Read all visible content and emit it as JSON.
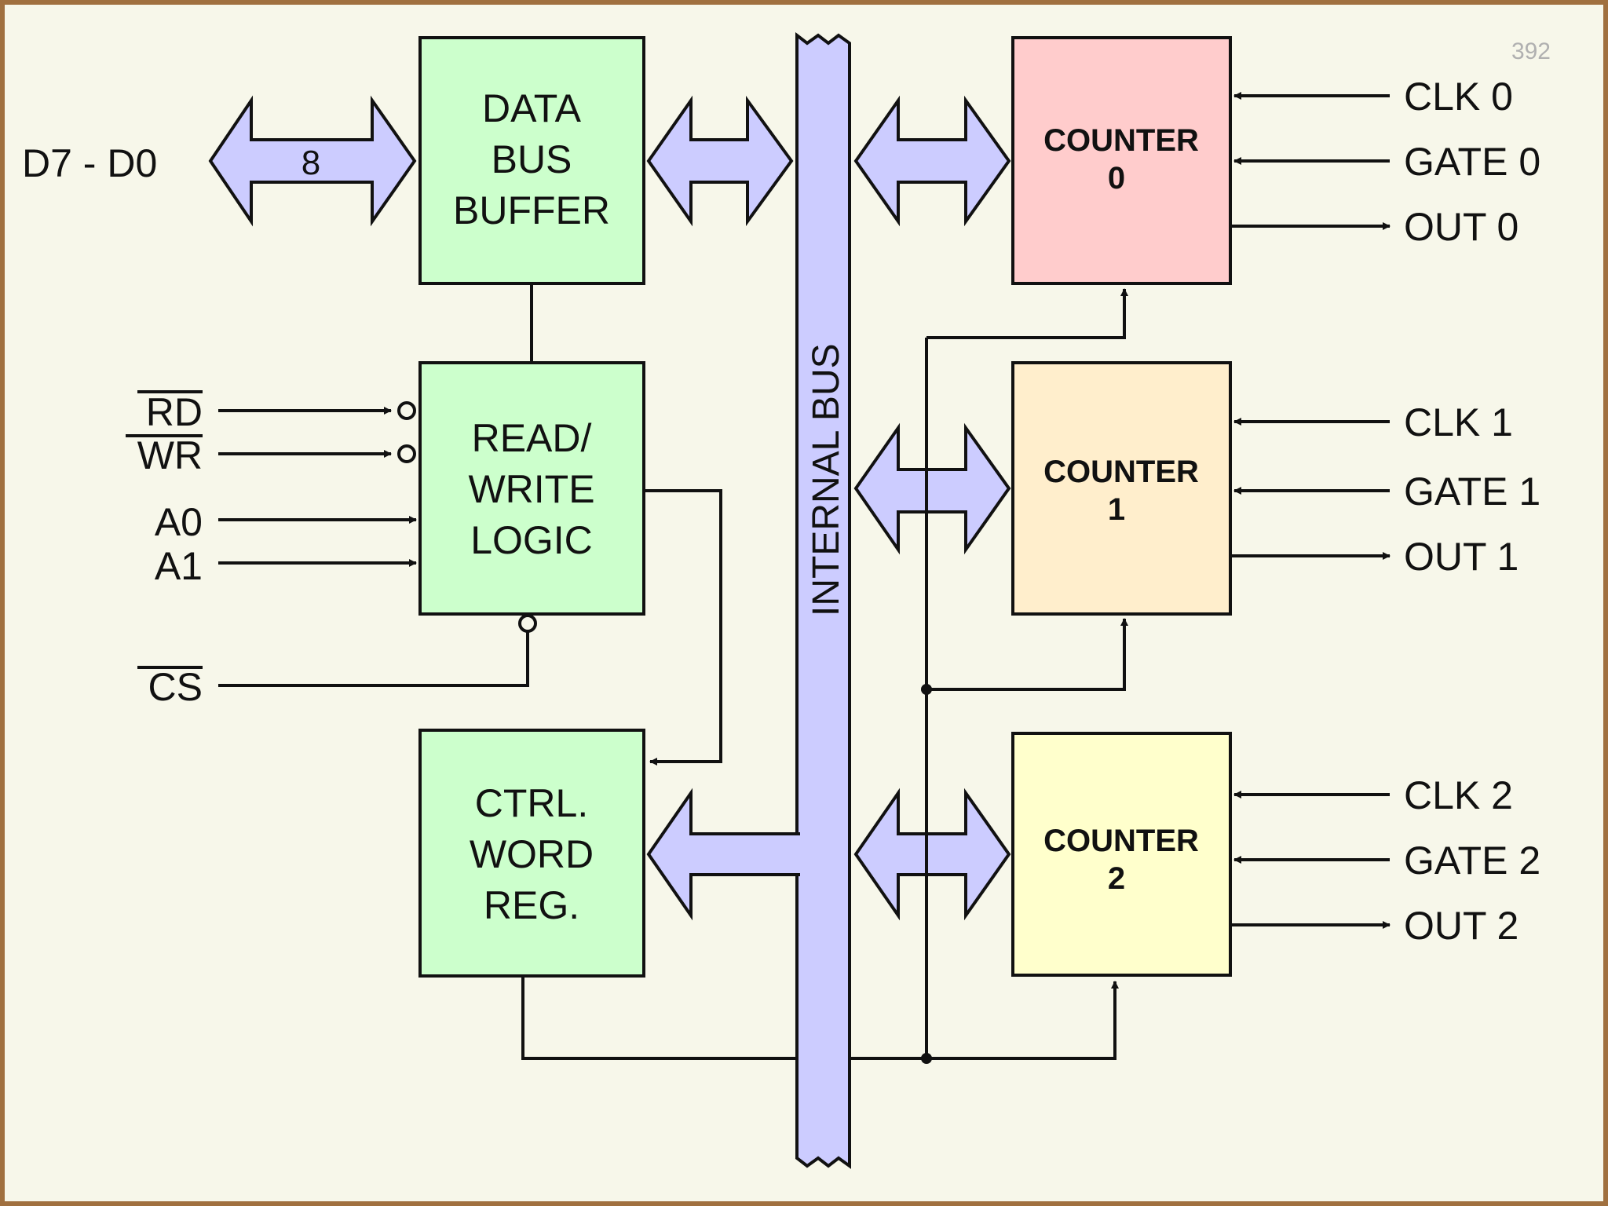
{
  "slide": {
    "page_number": "392"
  },
  "blocks": {
    "data_bus_buffer": [
      "DATA",
      "BUS",
      "BUFFER"
    ],
    "read_write_logic": [
      "READ/",
      "WRITE",
      "LOGIC"
    ],
    "ctrl_word_reg": [
      "CTRL.",
      "WORD",
      "REG."
    ],
    "counter0": [
      "COUNTER",
      "0"
    ],
    "counter1": [
      "COUNTER",
      "1"
    ],
    "counter2": [
      "COUNTER",
      "2"
    ],
    "internal_bus": "INTERNAL BUS"
  },
  "signals": {
    "data_bus": "D7 - D0",
    "bus_width": "8",
    "rd": "RD",
    "wr": "WR",
    "a0": "A0",
    "a1": "A1",
    "cs": "CS",
    "clk0": "CLK 0",
    "gate0": "GATE 0",
    "out0": "OUT 0",
    "clk1": "CLK 1",
    "gate1": "GATE 1",
    "out1": "OUT 1",
    "clk2": "CLK 2",
    "gate2": "GATE 2",
    "out2": "OUT 2"
  },
  "colors": {
    "block_green": "#ccffcc",
    "counter0": "#ffcccc",
    "counter1": "#ffeecc",
    "counter2": "#ffffcc",
    "bus": "#ccccff",
    "line": "#111111"
  }
}
